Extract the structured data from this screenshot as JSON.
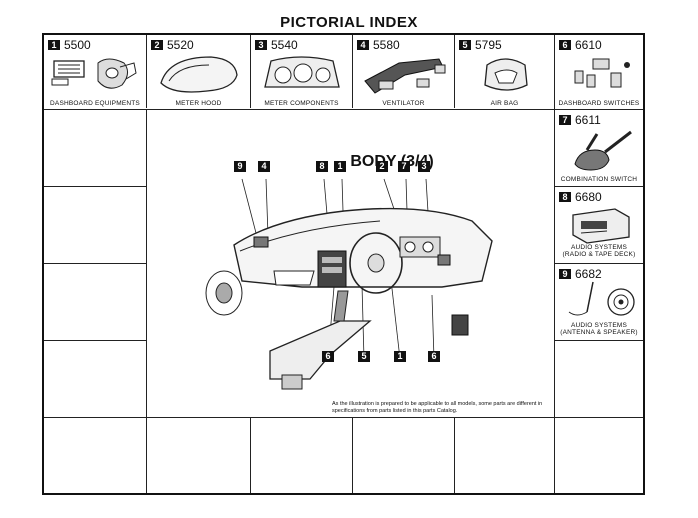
{
  "title": "PICTORIAL INDEX",
  "main_title": "BODY (3/4)",
  "note": "As the illustration is prepared to be applicable to all models, some parts are different in specifications from parts listed in this parts Catalog.",
  "top_row": [
    {
      "num": "1",
      "code": "5500",
      "caption": "DASHBOARD EQUIPMENTS"
    },
    {
      "num": "2",
      "code": "5520",
      "caption": "METER HOOD"
    },
    {
      "num": "3",
      "code": "5540",
      "caption": "METER COMPONENTS"
    },
    {
      "num": "4",
      "code": "5580",
      "caption": "VENTILATOR"
    },
    {
      "num": "5",
      "code": "5795",
      "caption": "AIR BAG"
    },
    {
      "num": "6",
      "code": "6610",
      "caption": "DASHBOARD SWITCHES"
    }
  ],
  "right_column": [
    {
      "num": "7",
      "code": "6611",
      "caption": "COMBINATION SWITCH",
      "caption2": ""
    },
    {
      "num": "8",
      "code": "6680",
      "caption": "AUDIO SYSTEMS",
      "caption2": "(RADIO & TAPE DECK)"
    },
    {
      "num": "9",
      "code": "6682",
      "caption": "AUDIO SYSTEMS",
      "caption2": "(ANTENNA & SPEAKER)"
    }
  ],
  "callouts_top": [
    "9",
    "4",
    "8",
    "1",
    "2",
    "7",
    "3"
  ],
  "callouts_bottom": [
    "6",
    "5",
    "1",
    "6"
  ]
}
